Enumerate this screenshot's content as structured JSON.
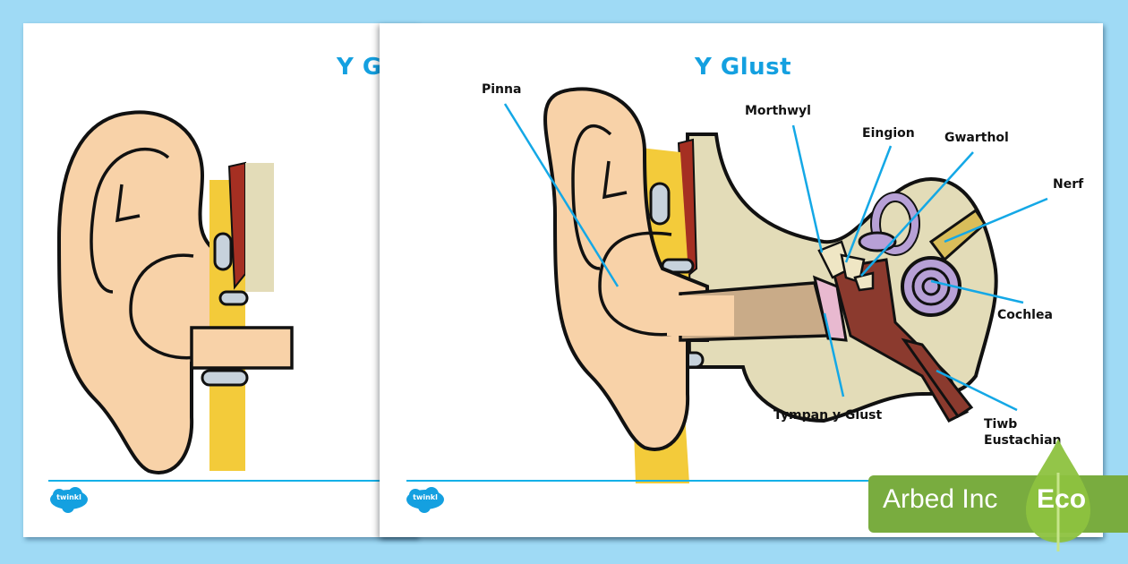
{
  "background_color": "#9fdaf5",
  "accent_color": "#14a0e0",
  "back_sheet": {
    "title": "Y G",
    "logo": {
      "icon": "twinkl-cloud-logo",
      "text": "twinkl"
    }
  },
  "front_sheet": {
    "title": "Y Glust",
    "labels": {
      "pinna": "Pinna",
      "morthwyl": "Morthwyl",
      "eingion": "Eingion",
      "gwarthol": "Gwarthol",
      "nerf": "Nerf",
      "cochlea": "Cochlea",
      "tympan": "Tympan y Glust",
      "tiwb_line1": "Tiwb",
      "tiwb_line2": "Eustachian"
    },
    "logo": {
      "icon": "twinkl-cloud-logo",
      "text": "twinkl"
    }
  },
  "watermark": {
    "text": "Arbed Inc",
    "badge": "Eco",
    "icon": "leaf-icon",
    "color": "#79ac3f"
  }
}
